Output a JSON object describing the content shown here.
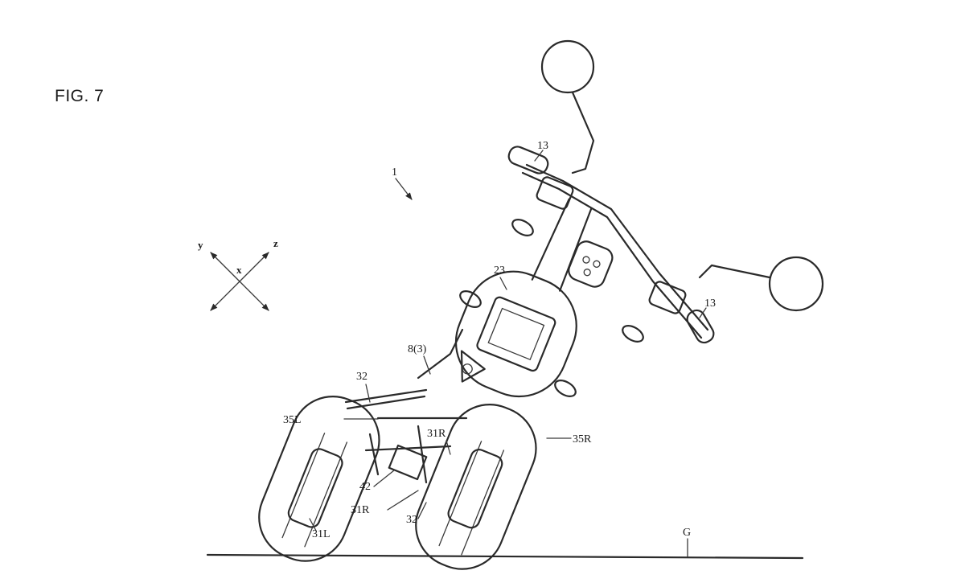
{
  "figure": {
    "title": "FIG. 7"
  },
  "axes": {
    "y": "y",
    "x": "x",
    "z": "z"
  },
  "labels": {
    "vehicle": "1",
    "handle_grip_upper": "13",
    "handle_grip_right": "13",
    "front_cover": "23",
    "link": "8(3)",
    "arm_upper": "32",
    "arm_lower": "32",
    "wheel_left": "35L",
    "wheel_right": "35R",
    "suspension_right_upper": "31R",
    "suspension_right_lower": "31R",
    "suspension_left": "31L",
    "actuator": "42",
    "ground": "G"
  }
}
